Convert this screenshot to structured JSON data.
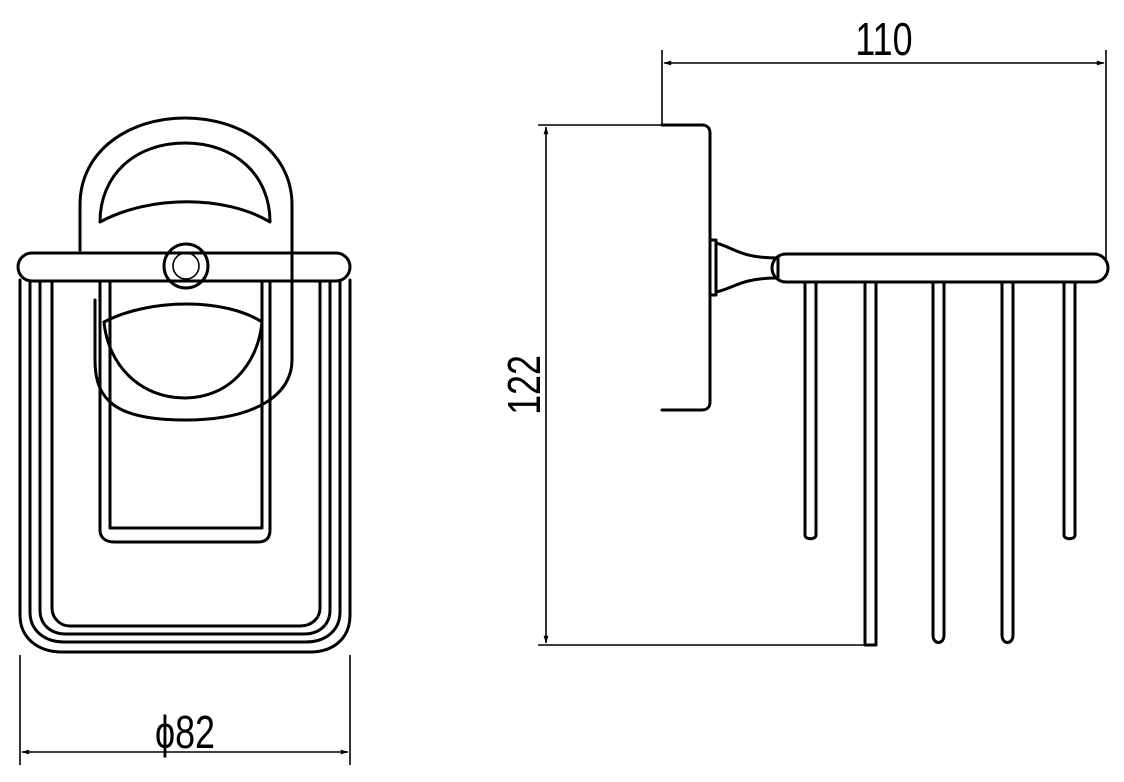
{
  "dimensions": {
    "width_label": "110",
    "height_label": "122",
    "diameter_label": "ϕ82"
  },
  "colors": {
    "ink": "#000000",
    "background": "#ffffff"
  }
}
